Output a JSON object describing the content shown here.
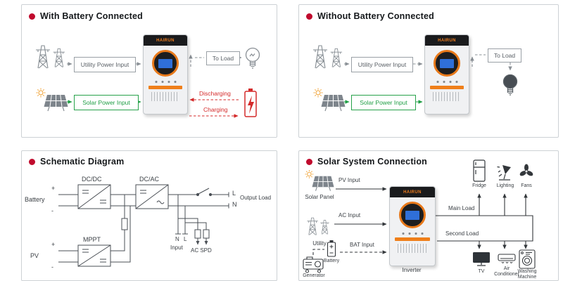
{
  "panels": {
    "with_battery": {
      "title": "With Battery Connected",
      "utility_input": "Utility Power Input",
      "solar_input": "Solar Power Input",
      "to_load": "To Load",
      "discharging": "Discharging",
      "charging": "Charging"
    },
    "without_battery": {
      "title": "Without Battery Connected",
      "utility_input": "Utility Power Input",
      "solar_input": "Solar Power Input",
      "to_load": "To Load"
    },
    "schematic": {
      "title": "Schematic Diagram",
      "battery": "Battery",
      "plus": "+",
      "minus": "-",
      "dc_dc": "DC/DC",
      "dc_ac": "DC/AC",
      "mppt": "MPPT",
      "pv": "PV",
      "line_l": "L",
      "line_n": "N",
      "output_load": "Output Load",
      "input_n": "N",
      "input_l": "L",
      "input": "Input",
      "ac_spd": "AC SPD"
    },
    "solar_system": {
      "title": "Solar System Connection",
      "solar_panel": "Solar Panel",
      "pv_input": "PV Input",
      "utility": "Utility",
      "ac_input": "AC Input",
      "battery": "Battery",
      "bat_input": "BAT Input",
      "generator": "Generator",
      "inverter": "Inverter",
      "main_load": "Main Load",
      "second_load": "Second Load",
      "fridge": "Fridge",
      "lighting": "Lighting",
      "fans": "Fans",
      "tv": "TV",
      "air_conditioner": "Air Conditioner",
      "washing_machine": "Washing Machine"
    }
  },
  "device": {
    "brand": "HAIRUN"
  },
  "colors": {
    "accent_red": "#c00a2d",
    "solar_green": "#1f9e44",
    "charge_red": "#d42a2a",
    "wire_gray": "#8a9096"
  }
}
